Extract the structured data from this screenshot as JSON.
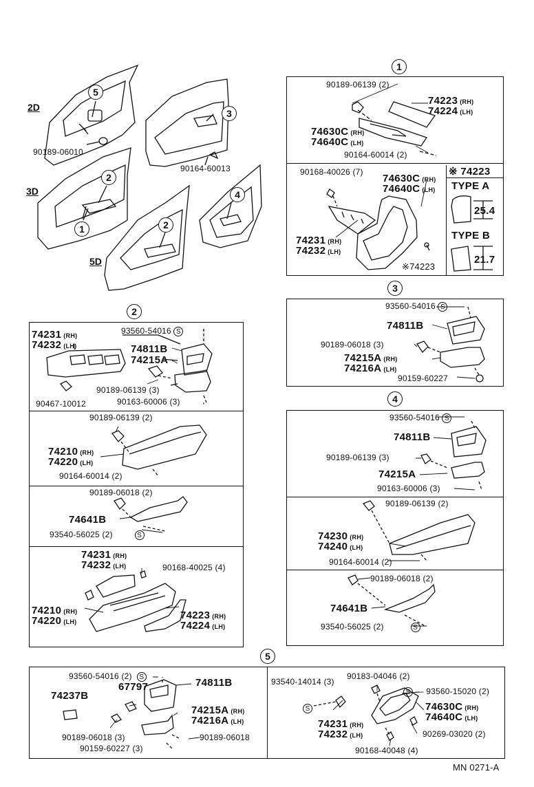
{
  "overview": {
    "labels": {
      "d2": "2D",
      "d3": "3D",
      "d5": "5D"
    },
    "callouts": [
      "5",
      "3",
      "2",
      "1",
      "4",
      "2"
    ],
    "parts": {
      "p1": "90189-06010",
      "p2": "90164-60013"
    }
  },
  "sec1": {
    "title": "1",
    "top": {
      "clip": "90189-06139 (2)",
      "pad_rh": "74223",
      "pad_lh": "74224",
      "rh": "(RH)",
      "lh": "(LH)",
      "handle_rh": "74630C",
      "handle_lh": "74640C",
      "screw": "90164-60014 (2)"
    },
    "bottom": {
      "clip": "90168-40026 (7)",
      "handle_rh": "74630C",
      "handle_lh": "74640C",
      "rh": "(RH)",
      "lh": "(LH)",
      "cover_rh": "74231",
      "cover_lh": "74232",
      "pad": "※74223"
    },
    "type_box": {
      "header": "※ 74223",
      "type_a": "TYPE A",
      "dim_a": "25.4",
      "type_b": "TYPE B",
      "dim_b": "21.7"
    }
  },
  "sec2": {
    "title": "2",
    "a": {
      "cover_rh": "74231",
      "cover_lh": "74232",
      "rh": "(RH)",
      "lh": "(LH)",
      "screw_s": "93560-54016",
      "s": "S",
      "bezel": "74811B",
      "base": "74215A",
      "clip_b": "90467-10012",
      "clip": "90189-06139 (3)",
      "screw": "90163-60006 (3)"
    },
    "b": {
      "clip": "90189-06139 (2)",
      "arm_rh": "74210",
      "arm_lh": "74220",
      "rh": "(RH)",
      "lh": "(LH)",
      "screw": "90164-60014 (2)"
    },
    "c": {
      "clip": "90189-06018 (2)",
      "bracket": "74641B",
      "screw": "93540-56025 (2)",
      "s": "S"
    },
    "d": {
      "cover_rh": "74231",
      "cover_lh": "74232",
      "rh": "(RH)",
      "lh": "(LH)",
      "clip": "90168-40025 (4)",
      "arm_rh": "74210",
      "arm_lh": "74220",
      "pad_rh": "74223",
      "pad_lh": "74224"
    }
  },
  "sec3": {
    "title": "3",
    "screw_s": "93560-54016",
    "s": "S",
    "bezel": "74811B",
    "clip": "90189-06018 (3)",
    "base_rh": "74215A",
    "base_lh": "74216A",
    "rh": "(RH)",
    "lh": "(LH)",
    "screw": "90159-60227"
  },
  "sec4": {
    "title": "4",
    "a": {
      "screw_s": "93560-54016",
      "s": "S",
      "bezel": "74811B",
      "clip": "90189-06139 (3)",
      "base": "74215A",
      "screw": "90163-60006 (3)"
    },
    "b": {
      "clip": "90189-06139 (2)",
      "arm_rh": "74230",
      "arm_lh": "74240",
      "rh": "(RH)",
      "lh": "(LH)",
      "screw": "90164-60014 (2)"
    },
    "c": {
      "clip": "90189-06018 (2)",
      "bracket": "74641B",
      "screw": "93540-56025 (2)",
      "s": "S"
    }
  },
  "sec5": {
    "title": "5",
    "left": {
      "screw_s": "93560-54016 (2)",
      "s": "S",
      "bezel": "74811B",
      "cap": "67797",
      "plug": "74237B",
      "base_rh": "74215A",
      "base_lh": "74216A",
      "rh": "(RH)",
      "lh": "(LH)",
      "clip": "90189-06018 (3)",
      "clip2": "90189-06018",
      "screw": "90159-60227 (3)"
    },
    "right": {
      "screw_a": "93540-14014 (3)",
      "s": "S",
      "clip_a": "90183-04046 (2)",
      "screw_b": "93560-15020 (2)",
      "handle_rh": "74630C",
      "handle_lh": "74640C",
      "rh": "(RH)",
      "lh": "(LH)",
      "cover_rh": "74231",
      "cover_lh": "74232",
      "clip_b": "90269-03020 (2)",
      "clip_c": "90168-40048 (4)"
    }
  },
  "footer": {
    "code": "MN  0271-A"
  }
}
